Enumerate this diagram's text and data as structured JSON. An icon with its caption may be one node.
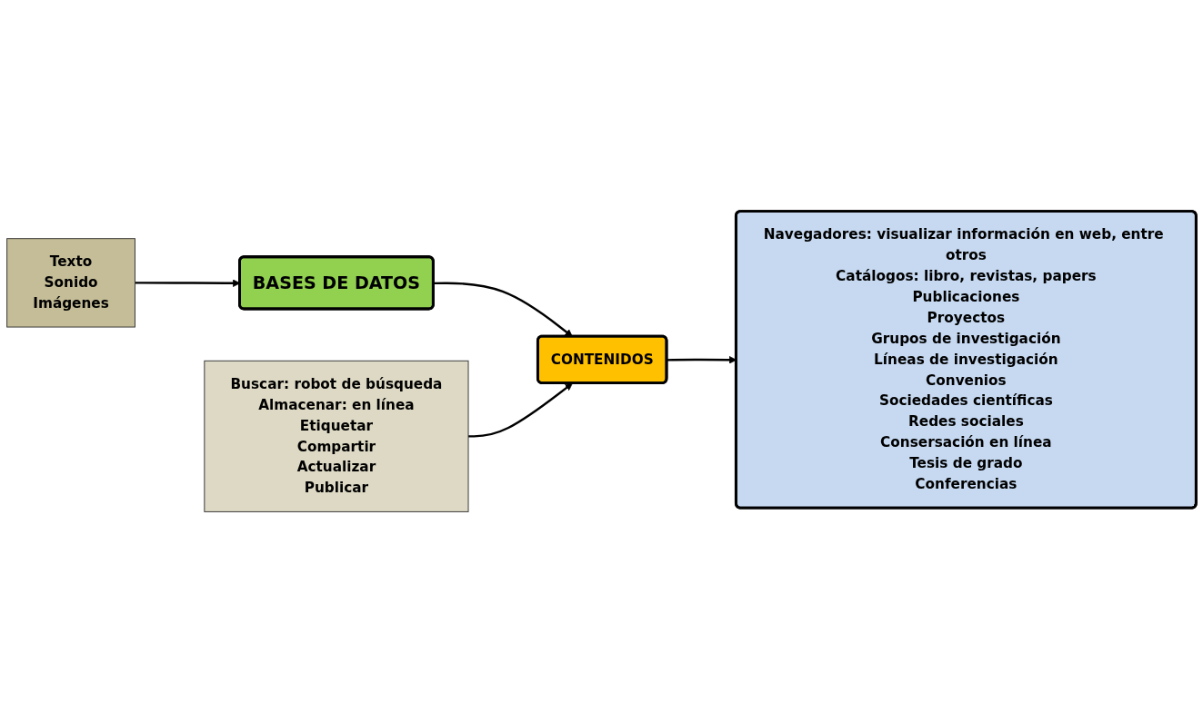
{
  "diagram": {
    "nodes": [
      {
        "text": [
          "BASES DE DATOS"
        ]
      },
      {
        "text": [
          "CONTENIDOS"
        ]
      },
      {
        "text": [
          "Navegadores: visualizar información en web, entre otros",
          "Catálogos: libro, revistas, papers",
          "Publicaciones",
          "Proyectos",
          "Grupos de investigación",
          "Líneas de investigación",
          "Convenios",
          "Sociedades científicas",
          "Redes sociales",
          "Consersación en línea",
          "Tesis de grado",
          "Conferencias"
        ]
      },
      {
        "text": [
          "Texto",
          "Sonido",
          "Imágenes"
        ]
      },
      {
        "text": [
          "Buscar: robot de búsqueda",
          "Almacenar: en línea",
          "Etiquetar",
          "Compartir",
          "Actualizar",
          "Publicar"
        ]
      }
    ],
    "edges": [
      {
        "from": 0,
        "to": 1,
        "arrow": "to"
      },
      {
        "from": 1,
        "to": 2,
        "arrow": "to"
      },
      {
        "from": 3,
        "to": 0,
        "arrow": "to"
      },
      {
        "from": 4,
        "to": 1,
        "arrow": "to"
      }
    ]
  }
}
